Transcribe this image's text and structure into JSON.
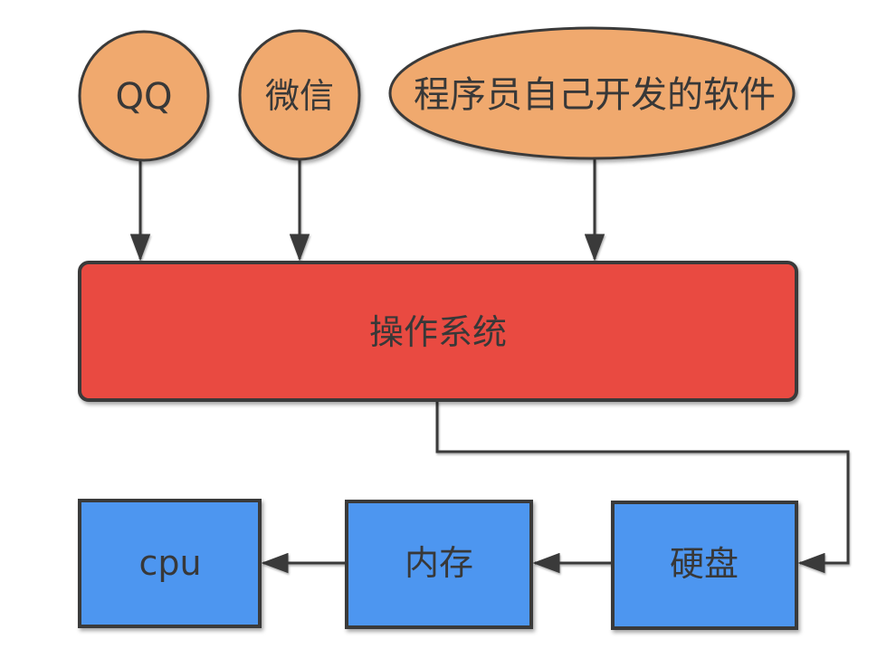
{
  "colors": {
    "background": "#FFFFFF",
    "node_orange": "#F0A96E",
    "node_red": "#E94A41",
    "node_blue": "#4D96F0",
    "outline": "#3A3A3A",
    "text_dark": "#383838"
  },
  "nodes": {
    "qq": {
      "label": "QQ",
      "shape": "circle"
    },
    "wechat": {
      "label": "微信",
      "shape": "circle"
    },
    "custom_software": {
      "label": "程序员自己开发的软件",
      "shape": "ellipse"
    },
    "os": {
      "label": "操作系统",
      "shape": "rect"
    },
    "cpu": {
      "label": "cpu",
      "shape": "rect"
    },
    "memory": {
      "label": "内存",
      "shape": "rect"
    },
    "disk": {
      "label": "硬盘",
      "shape": "rect"
    }
  },
  "edges": [
    {
      "from": "qq",
      "to": "os"
    },
    {
      "from": "wechat",
      "to": "os"
    },
    {
      "from": "custom_software",
      "to": "os"
    },
    {
      "from": "os",
      "to": "disk"
    },
    {
      "from": "disk",
      "to": "memory"
    },
    {
      "from": "memory",
      "to": "cpu"
    }
  ]
}
